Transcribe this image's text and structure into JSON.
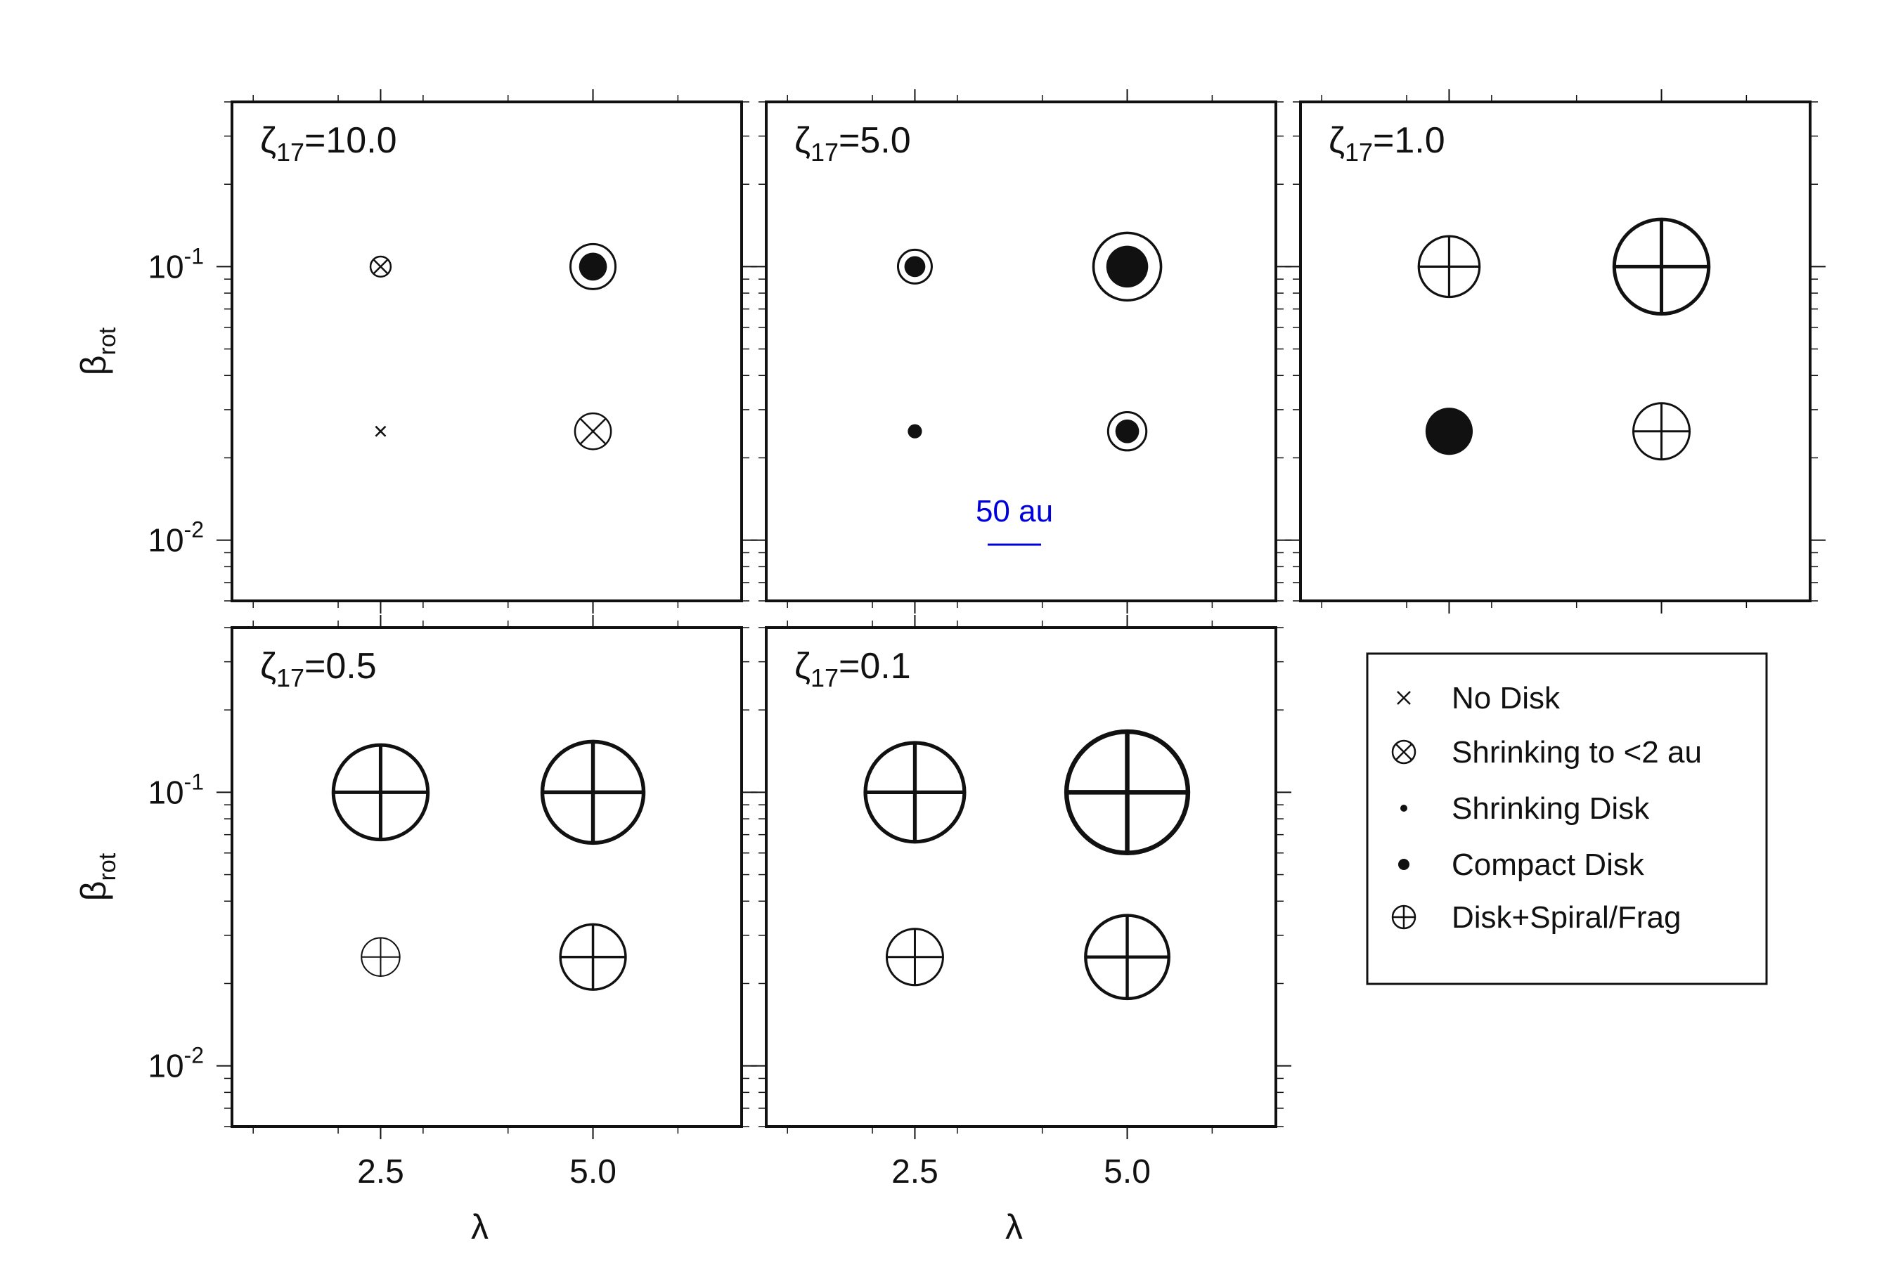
{
  "chart_data": {
    "type": "scatter",
    "x_axis": {
      "label": "λ",
      "ticks": [
        "2.5",
        "5.0"
      ],
      "range": [
        0.75,
        6.75
      ]
    },
    "y_axis": {
      "label_main": "β",
      "label_sub": "rot",
      "scale": "log",
      "range": [
        0.006,
        0.4
      ],
      "ticks": [
        {
          "base": "10",
          "exp": "-1"
        },
        {
          "base": "10",
          "exp": "-2"
        }
      ]
    },
    "panels": [
      {
        "label_main": "ζ",
        "label_sub": "17",
        "label_tail": "=10.0",
        "points": [
          {
            "x": 2.5,
            "y": 0.1,
            "type": "shrink2",
            "size": 0.45
          },
          {
            "x": 5.0,
            "y": 0.1,
            "type": "compact_ring",
            "size": 1.0
          },
          {
            "x": 2.5,
            "y": 0.025,
            "type": "nodisk",
            "size": 0.4
          },
          {
            "x": 5.0,
            "y": 0.025,
            "type": "shrink2",
            "size": 0.8
          }
        ]
      },
      {
        "label_main": "ζ",
        "label_sub": "17",
        "label_tail": "=5.0",
        "scale_bar": "50 au",
        "points": [
          {
            "x": 2.5,
            "y": 0.1,
            "type": "compact_ring",
            "size": 0.75
          },
          {
            "x": 5.0,
            "y": 0.1,
            "type": "compact_ring",
            "size": 1.5
          },
          {
            "x": 2.5,
            "y": 0.025,
            "type": "shrinking",
            "size": 0.35
          },
          {
            "x": 5.0,
            "y": 0.025,
            "type": "compact_ring",
            "size": 0.85
          }
        ]
      },
      {
        "label_main": "ζ",
        "label_sub": "17",
        "label_tail": "=1.0",
        "points": [
          {
            "x": 2.5,
            "y": 0.1,
            "type": "spiral",
            "size": 1.35
          },
          {
            "x": 5.0,
            "y": 0.1,
            "type": "spiral",
            "size": 2.1
          },
          {
            "x": 2.5,
            "y": 0.025,
            "type": "compact",
            "size": 1.05
          },
          {
            "x": 5.0,
            "y": 0.025,
            "type": "spiral",
            "size": 1.25
          }
        ]
      },
      {
        "label_main": "ζ",
        "label_sub": "17",
        "label_tail": "=0.5",
        "points": [
          {
            "x": 2.5,
            "y": 0.1,
            "type": "spiral",
            "size": 2.1
          },
          {
            "x": 5.0,
            "y": 0.1,
            "type": "spiral",
            "size": 2.25
          },
          {
            "x": 2.5,
            "y": 0.025,
            "type": "spiral",
            "size": 0.85
          },
          {
            "x": 5.0,
            "y": 0.025,
            "type": "spiral",
            "size": 1.45
          }
        ]
      },
      {
        "label_main": "ζ",
        "label_sub": "17",
        "label_tail": "=0.1",
        "points": [
          {
            "x": 2.5,
            "y": 0.1,
            "type": "spiral",
            "size": 2.2
          },
          {
            "x": 5.0,
            "y": 0.1,
            "type": "spiral",
            "size": 2.7
          },
          {
            "x": 2.5,
            "y": 0.025,
            "type": "spiral",
            "size": 1.25
          },
          {
            "x": 5.0,
            "y": 0.025,
            "type": "spiral",
            "size": 1.85
          }
        ]
      }
    ],
    "legend": {
      "placement": "bottom-right",
      "entries": [
        {
          "symbol": "nodisk",
          "label": "No Disk"
        },
        {
          "symbol": "shrink2",
          "label": "Shrinking to <2 au"
        },
        {
          "symbol": "shrinking",
          "label": "Shrinking Disk"
        },
        {
          "symbol": "compact",
          "label": "Compact Disk"
        },
        {
          "symbol": "spiral",
          "label": "Disk+Spiral/Frag"
        }
      ]
    },
    "colors": {
      "ink": "#111111",
      "scale_bar": "#0000dd",
      "accent_ring": "#5a2a6a"
    }
  }
}
